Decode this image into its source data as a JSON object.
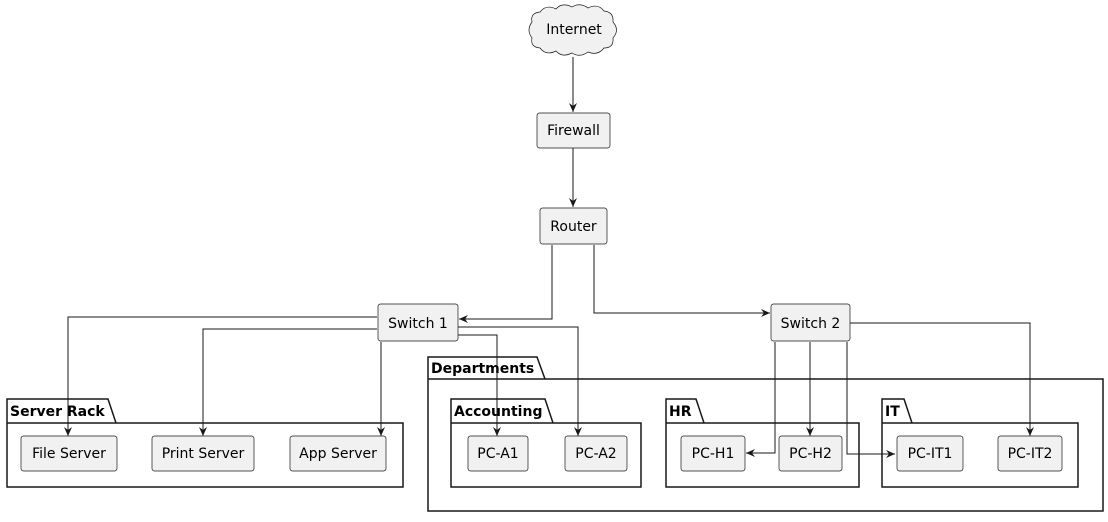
{
  "colors": {
    "node_fill": "#f1f1f1",
    "node_stroke": "#181818",
    "edge": "#181818",
    "background": "#ffffff"
  },
  "nodes": {
    "internet": "Internet",
    "firewall": "Firewall",
    "router": "Router",
    "switch1": "Switch 1",
    "switch2": "Switch 2",
    "file_server": "File Server",
    "print_server": "Print Server",
    "app_server": "App Server",
    "pc_a1": "PC-A1",
    "pc_a2": "PC-A2",
    "pc_h1": "PC-H1",
    "pc_h2": "PC-H2",
    "pc_it1": "PC-IT1",
    "pc_it2": "PC-IT2"
  },
  "packages": {
    "server_rack": "Server Rack",
    "departments": "Departments",
    "accounting": "Accounting",
    "hr": "HR",
    "it": "IT"
  }
}
